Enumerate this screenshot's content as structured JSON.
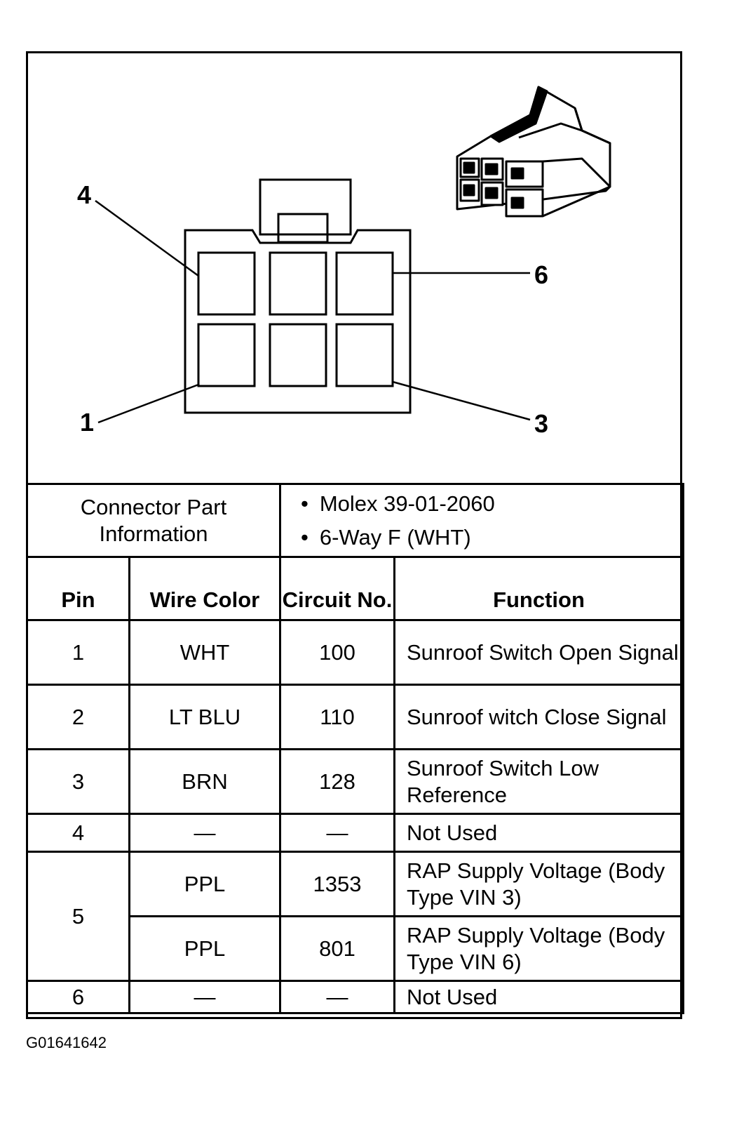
{
  "diagram": {
    "callouts": [
      "4",
      "6",
      "1",
      "3"
    ]
  },
  "connector_info": {
    "label": "Connector Part Information",
    "items": [
      "Molex 39-01-2060",
      "6-Way F (WHT)"
    ]
  },
  "table": {
    "headers": {
      "pin": "Pin",
      "wire_color": "Wire Color",
      "circuit": "Circuit No.",
      "function": "Function"
    },
    "rows": [
      {
        "pin": "1",
        "color": "WHT",
        "circuit": "100",
        "function": "Sunroof Switch Open Signal"
      },
      {
        "pin": "2",
        "color": "LT BLU",
        "circuit": "110",
        "function": "Sunroof witch Close Signal"
      },
      {
        "pin": "3",
        "color": "BRN",
        "circuit": "128",
        "function": "Sunroof Switch Low Reference"
      },
      {
        "pin": "4",
        "color": "—",
        "circuit": "—",
        "function": "Not Used"
      },
      {
        "pin": "5",
        "color": "PPL",
        "circuit": "1353",
        "function": "RAP Supply Voltage (Body Type VIN 3)"
      },
      {
        "pin": "",
        "color": "PPL",
        "circuit": "801",
        "function": "RAP Supply Voltage (Body Type VIN 6)"
      },
      {
        "pin": "6",
        "color": "—",
        "circuit": "—",
        "function": "Not Used"
      }
    ]
  },
  "figure_id": "G01641642"
}
